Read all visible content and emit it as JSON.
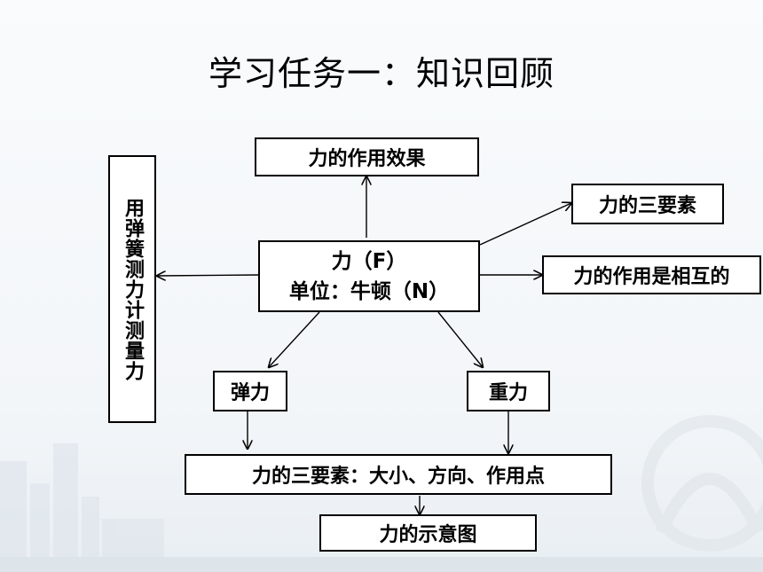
{
  "title": "学习任务一：知识回顾",
  "nodes": {
    "center_line1": "力（F）",
    "center_line2": "单位：牛顿（N）",
    "effect": "力的作用效果",
    "three_elements": "力的三要素",
    "mutual": "力的作用是相互的",
    "spring_scale": "用弹簧测力计测量力",
    "elastic": "弹力",
    "gravity": "重力",
    "elements_detail": "力的三要素：大小、方向、作用点",
    "diagram": "力的示意图"
  }
}
